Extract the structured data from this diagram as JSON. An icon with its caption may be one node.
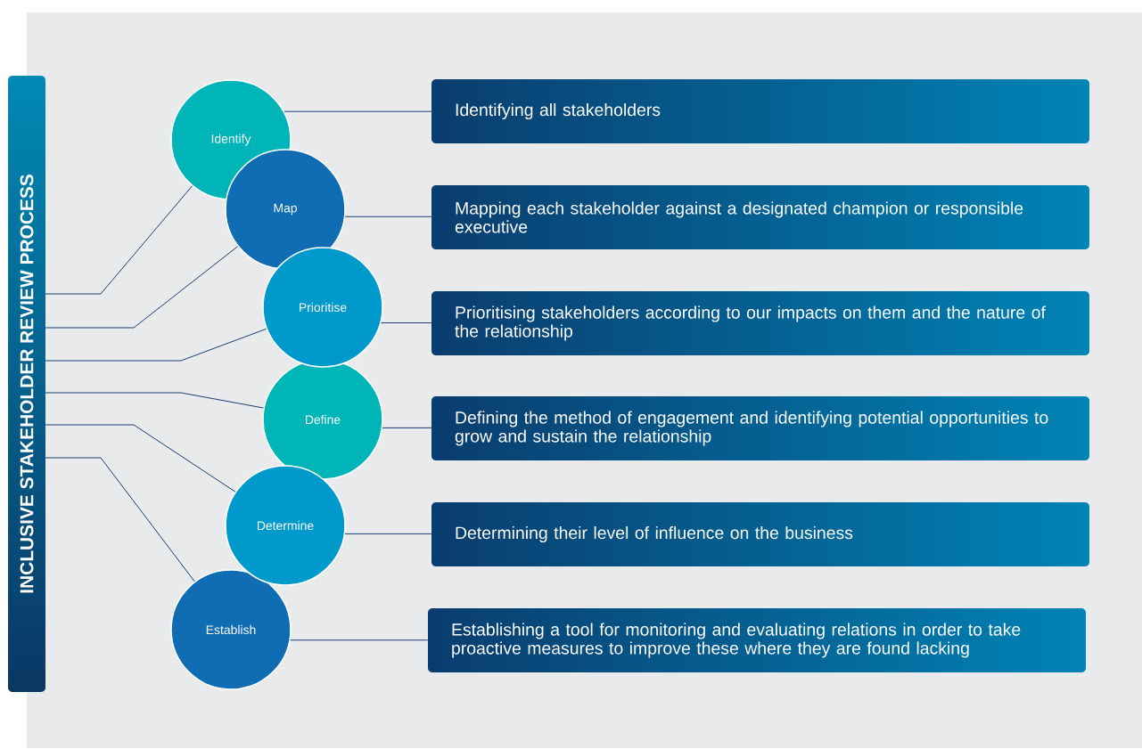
{
  "diagram": {
    "nodes": [
      {
        "text": [
          "INCLUSIVE STAKEHOLDER REVIEW PROCESS"
        ]
      },
      {
        "text": [
          "Identify"
        ]
      },
      {
        "text": [
          "Map"
        ]
      },
      {
        "text": [
          "Prioritise"
        ]
      },
      {
        "text": [
          "Define"
        ]
      },
      {
        "text": [
          "Determine"
        ]
      },
      {
        "text": [
          "Establish"
        ]
      },
      {
        "text": [
          "Identifying all stakeholders"
        ]
      },
      {
        "text": [
          "Mapping each stakeholder against a designated champion or responsible executive"
        ]
      },
      {
        "text": [
          "Prioritising stakeholders according to our impacts on them and the nature of the relationship"
        ]
      },
      {
        "text": [
          "Defining the method of engagement and identifying potential opportunities to grow and sustain the relationship"
        ]
      },
      {
        "text": [
          "Determining their level of influence on the business"
        ]
      },
      {
        "text": [
          "Establishing a tool for monitoring and evaluating relations in order to take proactive measures to improve these where they are found lacking"
        ]
      }
    ],
    "edges": [
      {
        "from": 0,
        "to": 1,
        "arrow": "none"
      },
      {
        "from": 0,
        "to": 2,
        "arrow": "none"
      },
      {
        "from": 0,
        "to": 3,
        "arrow": "none"
      },
      {
        "from": 0,
        "to": 4,
        "arrow": "none"
      },
      {
        "from": 0,
        "to": 5,
        "arrow": "none"
      },
      {
        "from": 0,
        "to": 6,
        "arrow": "none"
      },
      {
        "from": 1,
        "to": 7,
        "arrow": "none"
      },
      {
        "from": 2,
        "to": 8,
        "arrow": "none"
      },
      {
        "from": 3,
        "to": 9,
        "arrow": "none"
      },
      {
        "from": 4,
        "to": 10,
        "arrow": "none"
      },
      {
        "from": 5,
        "to": 11,
        "arrow": "none"
      },
      {
        "from": 6,
        "to": 12,
        "arrow": "none"
      }
    ]
  }
}
